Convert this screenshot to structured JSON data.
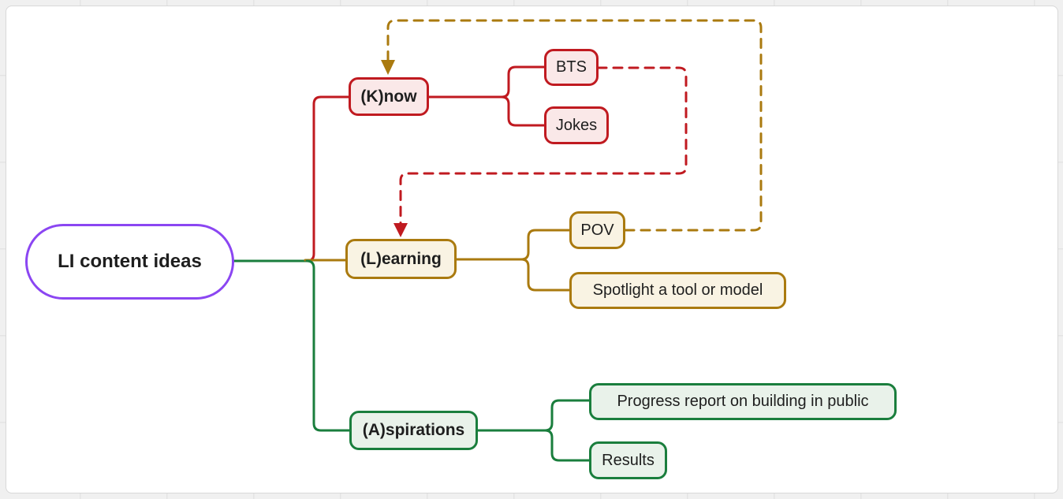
{
  "colors": {
    "purple": "#8b46f2",
    "red": "#c01a20",
    "red_fill": "#fae8e8",
    "gold": "#aa7a0f",
    "gold_fill": "#f9f3e3",
    "green": "#1a7e3d",
    "green_fill": "#e9f2ea",
    "text": "#1e1e1e",
    "canvas_bg": "#ffffff",
    "canvas_border": "#d8d8d8",
    "page_bg": "#f0f0f0",
    "grid_line": "#e4e4e4"
  },
  "mindmap": {
    "root": {
      "label": "LI content ideas"
    },
    "branches": [
      {
        "label": "(K)now",
        "color": "red",
        "children": [
          {
            "label": "BTS"
          },
          {
            "label": "Jokes"
          }
        ]
      },
      {
        "label": "(L)earning",
        "color": "gold",
        "children": [
          {
            "label": "POV"
          },
          {
            "label": "Spotlight a tool or model"
          }
        ]
      },
      {
        "label": "(A)spirations",
        "color": "green",
        "children": [
          {
            "label": "Progress report on building in public"
          },
          {
            "label": "Results"
          }
        ]
      }
    ],
    "cross_links": [
      {
        "from": "BTS",
        "to": "(L)earning",
        "style": "dashed",
        "color": "red"
      },
      {
        "from": "POV",
        "to": "(K)now",
        "style": "dashed",
        "color": "gold"
      }
    ]
  }
}
